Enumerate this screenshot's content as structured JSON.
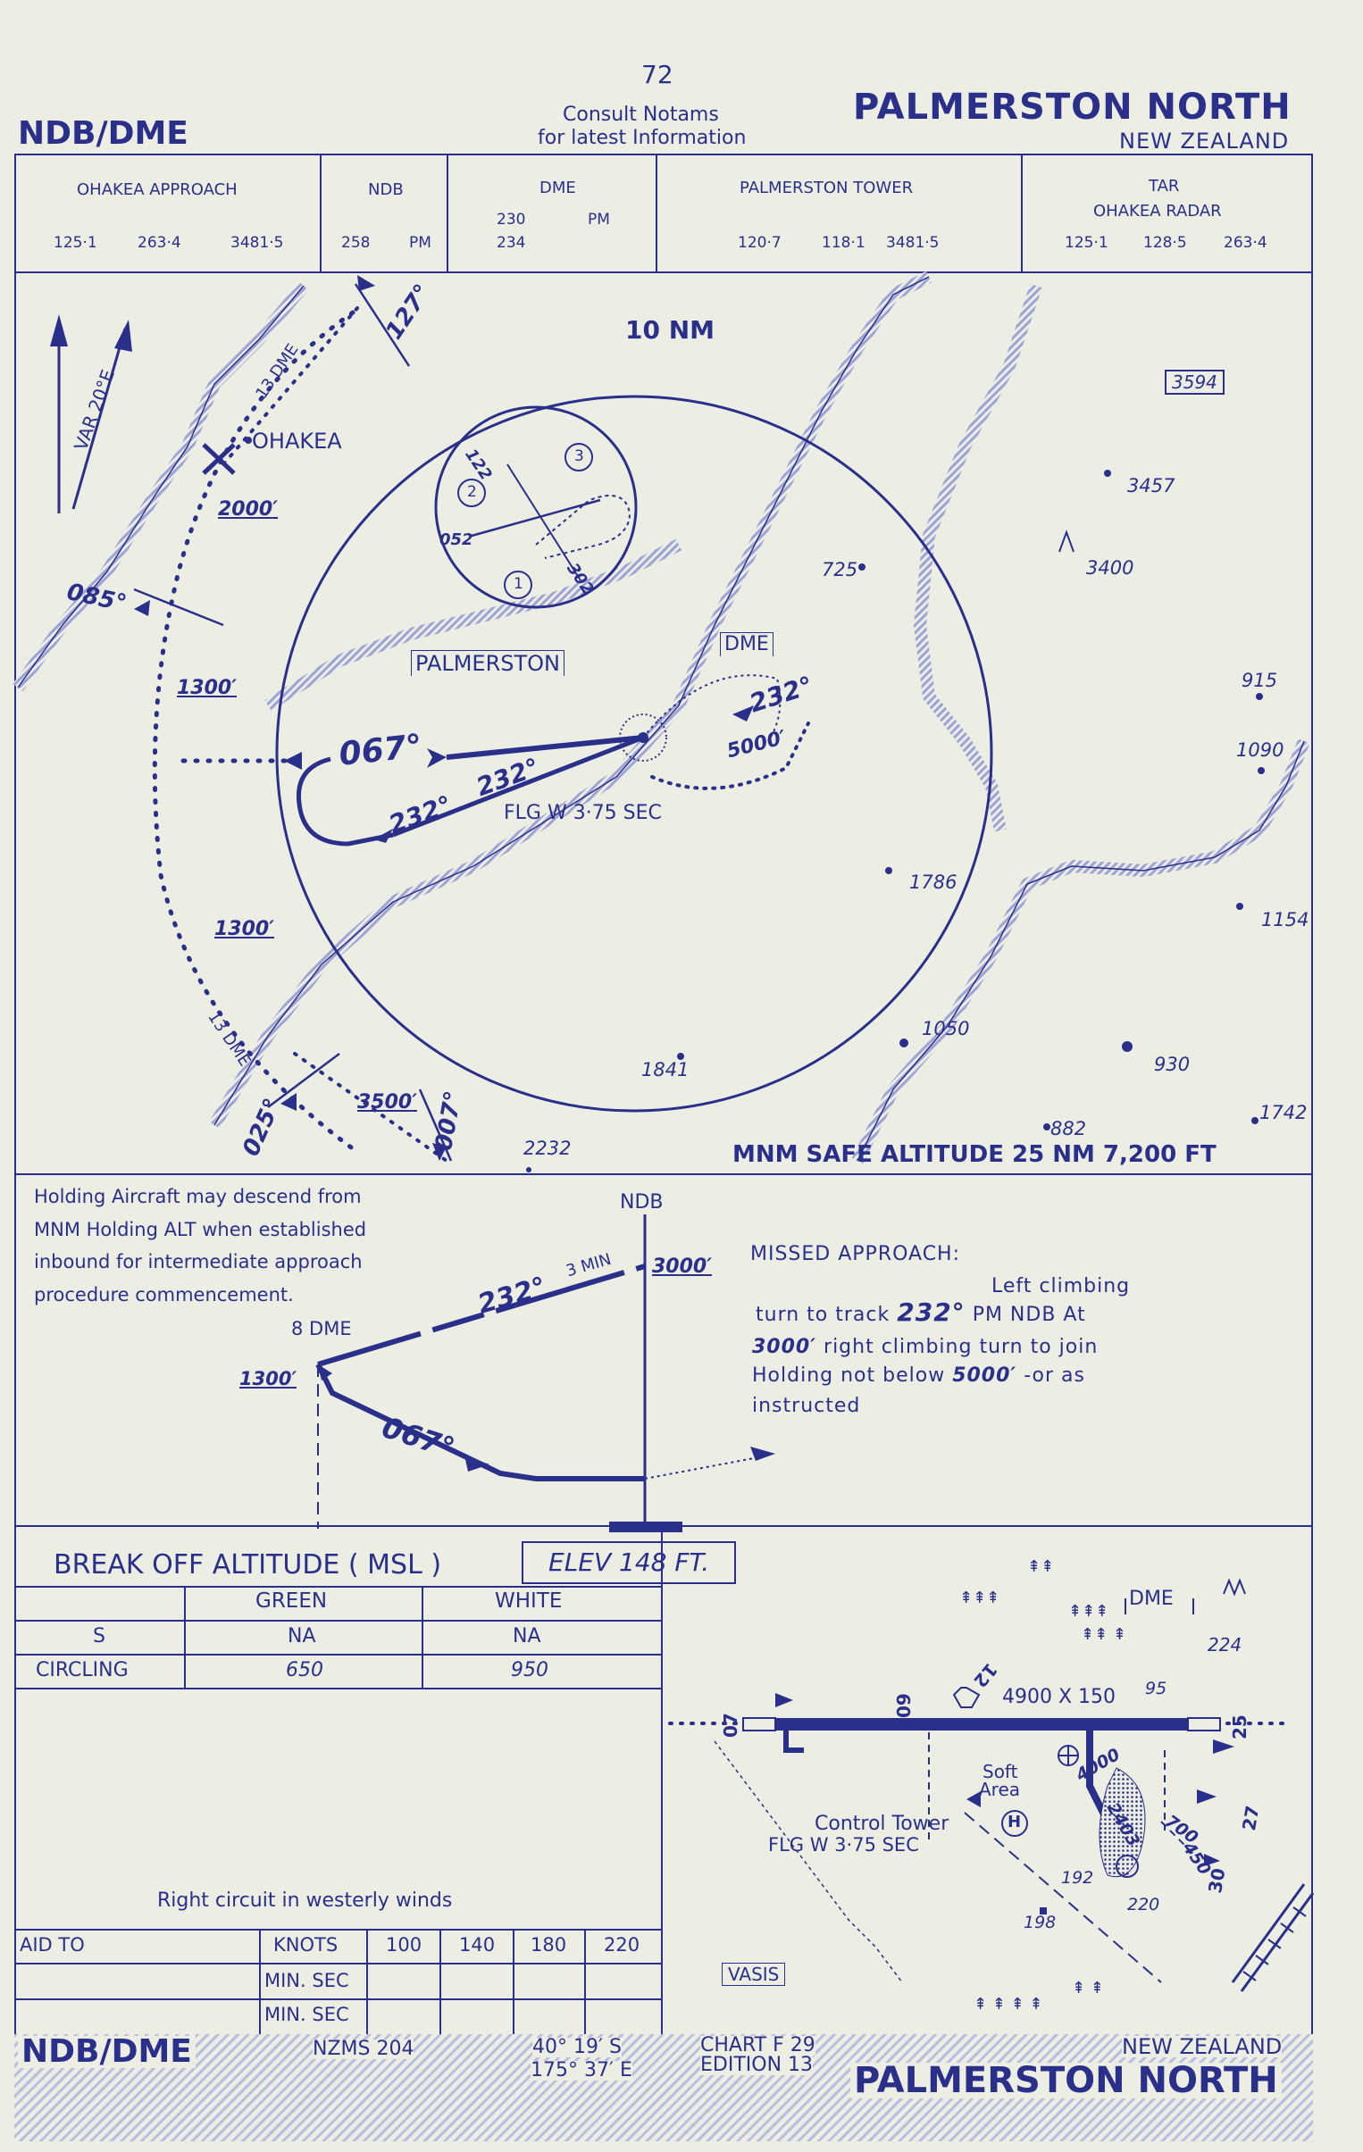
{
  "header": {
    "page_number": "72",
    "procedure_type": "NDB/DME",
    "notice_line1": "Consult  Notams",
    "notice_line2": "for  latest  Information",
    "airport": "PALMERSTON  NORTH",
    "country": "NEW  ZEALAND"
  },
  "frequencies": [
    {
      "title": "OHAKEA  APPROACH",
      "values": [
        "125·1",
        "263·4",
        "3481·5"
      ]
    },
    {
      "title": "NDB",
      "values": [
        "258",
        "PM"
      ]
    },
    {
      "title": "DME",
      "values": [
        "230",
        "PM",
        "234"
      ]
    },
    {
      "title": "PALMERSTON  TOWER",
      "values": [
        "120·7",
        "118·1",
        "3481·5"
      ]
    },
    {
      "title": "TAR",
      "subtitle": "OHAKEA  RADAR",
      "values": [
        "125·1",
        "128·5",
        "263·4"
      ]
    }
  ],
  "plan_view": {
    "range_ring": "10 NM",
    "variation": "VAR  20°E",
    "ohakea": "OHAKEA",
    "dme_13_upper": "13 DME",
    "dme_13_lower": "13 DME",
    "bearing_127": "127°",
    "bearing_085": "085°",
    "bearing_025": "025°",
    "bearing_007": "007°",
    "alt_2000": "2000′",
    "alt_1300_a": "1300′",
    "alt_1300_b": "1300′",
    "alt_3500": "3500′",
    "alt_5000": "5000′",
    "track_067": "067°",
    "track_232_a": "232°",
    "track_232_b": "232°",
    "track_232_c": "232°",
    "ndb_label": "PALMERSTON",
    "dme_label": "DME",
    "flg": "FLG  W  3·75  SEC",
    "inset_122": "122",
    "inset_052": "052",
    "inset_302": "302",
    "inset_1": "1",
    "inset_2": "2",
    "inset_3": "3",
    "msa": "MNM SAFE ALTITUDE 25 NM    7,200 FT",
    "spots": [
      "3594",
      "3457",
      "3400",
      "725",
      "915",
      "1090",
      "1786",
      "1154",
      "1050",
      "930",
      "1841",
      "882",
      "1742",
      "2232"
    ]
  },
  "profile": {
    "note_line1": "Holding Aircraft may descend from",
    "note_line2": "MNM Holding ALT when established",
    "note_line3": "inbound for intermediate approach",
    "note_line4": "procedure commencement.",
    "ndb": "NDB",
    "three_min": "3 MIN",
    "alt_3000": "3000′",
    "track_232": "232°",
    "track_067": "067°",
    "dme_8": "8 DME",
    "alt_1300": "1300′",
    "missed_title": "MISSED  APPROACH:",
    "missed_1": "Left  climbing",
    "missed_2a": "turn  to  track",
    "missed_2b": "232°",
    "missed_2c": "PM  NDB  At",
    "missed_3a": "3000′",
    "missed_3b": " right  climbing  turn  to  join",
    "missed_4a": "Holding  not  below ",
    "missed_4b": "5000′",
    "missed_4c": "  -or  as",
    "missed_5": "instructed"
  },
  "minima": {
    "title": "BREAK  OFF  ALTITUDE  ( MSL )",
    "elev": "ELEV    148   FT.",
    "col_green": "GREEN",
    "col_white": "WHITE",
    "rows": [
      {
        "label": "S",
        "green": "NA",
        "white": "NA"
      },
      {
        "label": "CIRCLING",
        "green": "650",
        "white": "950"
      }
    ],
    "circuit_note": "Right  circuit  in  westerly  winds"
  },
  "timing": {
    "aid_to": "AID TO",
    "knots": "KNOTS",
    "minsec_1": "MIN. SEC",
    "minsec_2": "MIN. SEC",
    "speeds": [
      "100",
      "140",
      "180",
      "220"
    ]
  },
  "aerodrome": {
    "dme": "DME",
    "dme_elev": "224",
    "runway": "4900  X  150",
    "rwy_07": "07",
    "rwy_25": "25",
    "rwy_09": "09",
    "rwy_27": "27",
    "rwy_12": "12",
    "rwy_30": "30",
    "len_4000": "4000",
    "len_2403": "2403",
    "len_700": "700",
    "len_450": "450",
    "mark_95": "95",
    "soft_area_1": "Soft",
    "soft_area_2": "Area",
    "tower": "Control Tower",
    "flg": "FLG   W  3·75  SEC",
    "h": "H",
    "spot_192": "192",
    "spot_220": "220",
    "spot_198": "198",
    "vasis": "VASIS"
  },
  "footer": {
    "procedure_type": "NDB/DME",
    "nzms": "NZMS 204",
    "lat": "40°   19′  S",
    "lon": "175°   37′  E",
    "chart": "CHART  F 29",
    "edition": "EDITION 13",
    "country": "NEW  ZEALAND",
    "airport": "PALMERSTON   NORTH"
  },
  "colors": {
    "ink": "#2a2f8a",
    "paper": "#eceee3",
    "shade": "#9ea3d6"
  }
}
